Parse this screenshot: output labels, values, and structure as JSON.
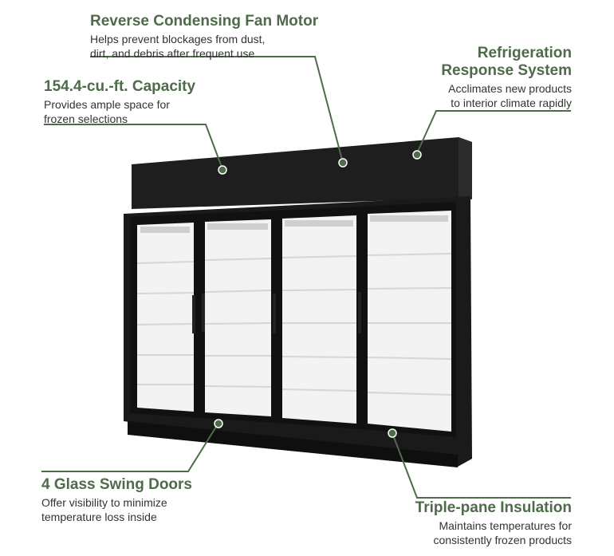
{
  "colors": {
    "accent": "#4e6b4a",
    "text": "#333333",
    "cabinet": "#1b1b1b",
    "interior": "#f2f2f2"
  },
  "callouts": [
    {
      "title": "Reverse Condensing Fan Motor",
      "desc": [
        "Helps prevent blockages from dust,",
        "dirt, and debris after frequent use"
      ]
    },
    {
      "title": "154.4-cu.-ft. Capacity",
      "desc": [
        "Provides ample space for",
        "frozen selections"
      ]
    },
    {
      "title": [
        "Refrigeration",
        "Response System"
      ],
      "desc": [
        "Acclimates new products",
        "to interior climate rapidly"
      ]
    },
    {
      "title": "4 Glass Swing Doors",
      "desc": [
        "Offer visibility to minimize",
        "temperature loss inside"
      ]
    },
    {
      "title": "Triple-pane Insulation",
      "desc": [
        "Maintains temperatures for",
        "consistently frozen products"
      ]
    }
  ],
  "product": {
    "image": "four-door-glass-freezer",
    "door_count": 4
  }
}
